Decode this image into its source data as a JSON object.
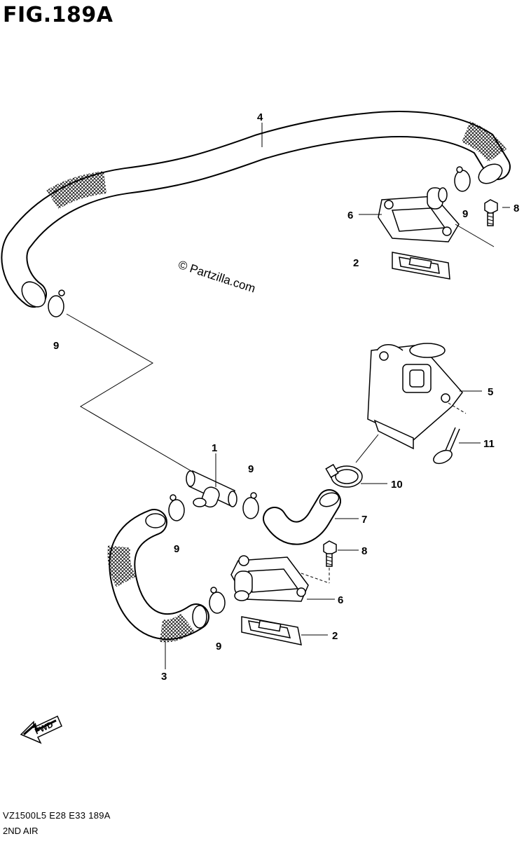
{
  "figure": {
    "title": "FIG.189A",
    "watermark": "© Partzilla.com",
    "footer_code": "VZ1500L5  E28  E33  189A",
    "footer_name": "2ND AIR",
    "fwd_label": "FWD"
  },
  "callouts": [
    {
      "id": "c4",
      "label": "4"
    },
    {
      "id": "c8a",
      "label": "8"
    },
    {
      "id": "c6a",
      "label": "6"
    },
    {
      "id": "c9a",
      "label": "9"
    },
    {
      "id": "c2a",
      "label": "2"
    },
    {
      "id": "c9b",
      "label": "9"
    },
    {
      "id": "c5",
      "label": "5"
    },
    {
      "id": "c11",
      "label": "11"
    },
    {
      "id": "c1",
      "label": "1"
    },
    {
      "id": "c9c",
      "label": "9"
    },
    {
      "id": "c10",
      "label": "10"
    },
    {
      "id": "c7",
      "label": "7"
    },
    {
      "id": "c9d",
      "label": "9"
    },
    {
      "id": "c8b",
      "label": "8"
    },
    {
      "id": "c6b",
      "label": "6"
    },
    {
      "id": "c2b",
      "label": "2"
    },
    {
      "id": "c9e",
      "label": "9"
    },
    {
      "id": "c3",
      "label": "3"
    }
  ]
}
